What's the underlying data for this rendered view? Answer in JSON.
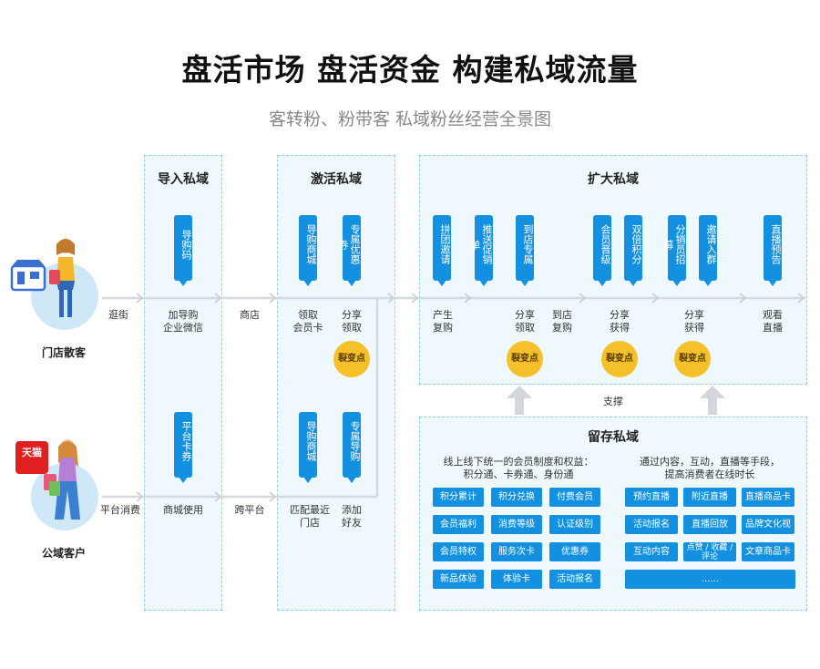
{
  "title": "盘活市场 盘活资金 构建私域流量",
  "subtitle": "客转粉、粉带客 私域粉丝经营全景图",
  "panels": {
    "import": "导入私域",
    "activate": "激活私域",
    "expand": "扩大私域",
    "retain": "留存私域"
  },
  "customers": {
    "store": "门店散客",
    "public": "公域客户",
    "tmall": "天猫"
  },
  "top_pills": {
    "guide_code": "导购码",
    "guide_mall": "导购商城",
    "exclusive_coupon": "专属优惠券",
    "group_invite": "拼团邀请",
    "push_promo": "推送促销单",
    "store_exclusive": "到店专属",
    "member_upgrade": "会员晋级",
    "double_points": "双倍积分",
    "distributor_recruit": "分销员招募",
    "invite_group": "邀请入群",
    "live_preview": "直播预告"
  },
  "bottom_pills": {
    "platform_coupon": "平台卡券",
    "guide_mall": "导购商城",
    "exclusive_guide": "专属导购"
  },
  "top_labels": {
    "stroll": "逛街",
    "add_wechat": "加导购\n企业微信",
    "store": "商店",
    "get_card": "领取\n会员卡",
    "share_get": "分享\n领取",
    "produce_rebuy": "产生\n复购",
    "share_get2": "分享\n领取",
    "store_rebuy": "到店\n复购",
    "share_obtain": "分享\n获得",
    "share_obtain2": "分享\n获得",
    "watch_live": "观看\n直播"
  },
  "bottom_labels": {
    "platform_consume": "平台消费",
    "mall_use": "商城使用",
    "cross_platform": "跨平台",
    "match_store": "匹配最近\n门店",
    "add_friend": "添加\n好友"
  },
  "fission_label": "裂变点",
  "support": "支撑",
  "retain": {
    "left_text": "线上线下统一的会员制度和权益：\n积分通、卡券通、身份通",
    "right_text": "通过内容，互动，直播等手段，\n提高消费者在线时长",
    "left_buttons": [
      "积分累计",
      "积分兑换",
      "付费会员",
      "会员福利",
      "消费等级",
      "认证级别",
      "会员特权",
      "服务次卡",
      "优惠券",
      "新品体验",
      "体验卡",
      "活动报名"
    ],
    "right_buttons": [
      "预约直播",
      "附近直播",
      "直播商品卡",
      "活动报名",
      "直播回放",
      "品牌文化视频",
      "互动内容",
      "点赞 / 收藏 / 评论",
      "文章商品卡"
    ],
    "more": "......"
  },
  "colors": {
    "accent": "#1490e0",
    "fission": "#f5c02a",
    "panel_bg": "#eef8fd",
    "panel_border": "#8fd0ee"
  }
}
